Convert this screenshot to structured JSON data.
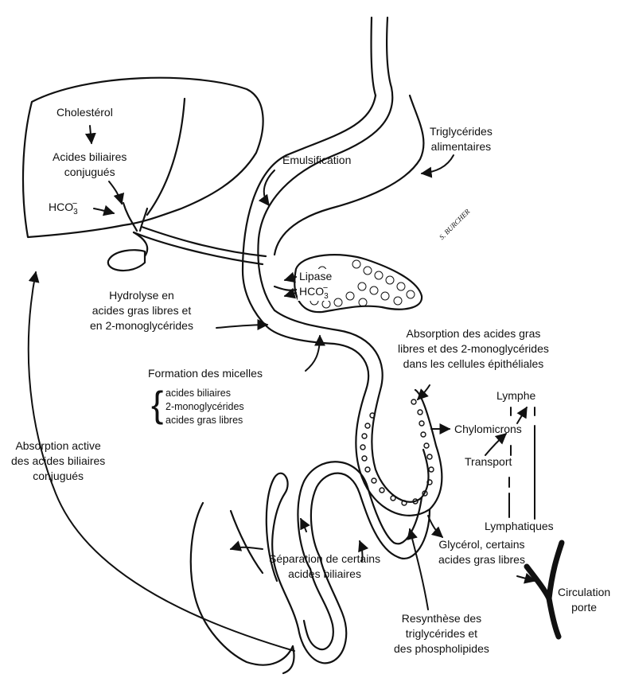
{
  "labels": {
    "cholesterol": "Cholestérol",
    "acides_biliaires_conjugues": [
      "Acides biliaires",
      "conjugués"
    ],
    "hco3": {
      "base": "HCO",
      "sub": "3",
      "sup": "−"
    },
    "emulsification": "Émulsification",
    "triglycerides_alimentaires": [
      "Triglycérides",
      "alimentaires"
    ],
    "lipase": "Lipase",
    "hydrolyse": [
      "Hydrolyse en",
      "acides gras libres et",
      "en 2-monoglycérides"
    ],
    "absorption_acides_gras": [
      "Absorption des acides gras",
      "libres et des 2-monoglycérides",
      "dans les cellules épithéliales"
    ],
    "formation_micelles": "Formation des micelles",
    "micelle_components": [
      "acides biliaires",
      "2-monoglycérides",
      "acides gras libres"
    ],
    "lymphe": "Lymphe",
    "chylomicrons": "Chylomicrons",
    "transport": "Transport",
    "lymphatiques": "Lymphatiques",
    "absorption_active": [
      "Absorption active",
      "des acides biliaires",
      "conjugués"
    ],
    "separation": [
      "Séparation de certains",
      "acides biliaires"
    ],
    "glycerol": [
      "Glycérol, certains",
      "acides gras libres"
    ],
    "circulation_porte": [
      "Circulation",
      "porte"
    ],
    "resynthese": [
      "Resynthèse des",
      "triglycérides et",
      "des phospholipides"
    ]
  },
  "signature": "S. BURCHER",
  "colors": {
    "ink": "#111111",
    "background": "#ffffff"
  }
}
